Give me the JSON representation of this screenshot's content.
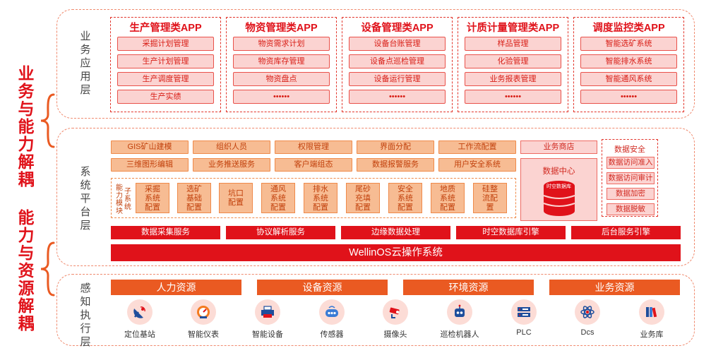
{
  "left_labels": {
    "top": [
      "业",
      "务",
      "与",
      "能",
      "力",
      "解",
      "耦"
    ],
    "bottom": [
      "能",
      "力",
      "与",
      "资",
      "源",
      "解",
      "耦"
    ]
  },
  "layers": {
    "app": [
      "业",
      "务",
      "应",
      "用",
      "层"
    ],
    "platform": [
      "系",
      "统",
      "平",
      "台",
      "层"
    ],
    "perception": [
      "感",
      "知",
      "执",
      "行",
      "层"
    ]
  },
  "apps": [
    {
      "title": "生产管理类APP",
      "items": [
        "采掘计划管理",
        "生产计划管理",
        "生产调度管理",
        "生产实绩"
      ]
    },
    {
      "title": "物资管理类APP",
      "items": [
        "物资需求计划",
        "物资库存管理",
        "物资盘点",
        "••••••"
      ]
    },
    {
      "title": "设备管理类APP",
      "items": [
        "设备台账管理",
        "设备点巡检管理",
        "设备运行管理",
        "••••••"
      ]
    },
    {
      "title": "计质计量管理类APP",
      "items": [
        "样品管理",
        "化验管理",
        "业务报表管理",
        "••••••"
      ]
    },
    {
      "title": "调度监控类APP",
      "items": [
        "智能选矿系统",
        "智能排水系统",
        "智能通风系统",
        "••••••"
      ]
    }
  ],
  "platform": {
    "row1": [
      "GIS矿山建模",
      "组织人员",
      "权限管理",
      "界面分配",
      "工作流配置"
    ],
    "row2": [
      "三维图形编辑",
      "业务推送服务",
      "客户端组态",
      "数据报警服务",
      "用户安全系统"
    ],
    "store": "业务商店",
    "data_center": "数据中心",
    "spatial_db": "时空数据库",
    "sub_label_a": [
      "能",
      "力",
      "模",
      "块"
    ],
    "sub_label_b": [
      "子",
      "系",
      "统"
    ],
    "subsystems": [
      [
        "采掘",
        "系统",
        "配置"
      ],
      [
        "选矿",
        "基础",
        "配置"
      ],
      [
        "坑口",
        "配置"
      ],
      [
        "通风",
        "系统",
        "配置"
      ],
      [
        "排水",
        "系统",
        "配置"
      ],
      [
        "尾砂",
        "充填",
        "配置"
      ],
      [
        "安全",
        "系统",
        "配置"
      ],
      [
        "地质",
        "系统",
        "配置"
      ],
      [
        "硅整",
        "流配",
        "置"
      ]
    ],
    "security_title": "数据安全",
    "security_items": [
      "数据访问准入",
      "数据访问审计",
      "数据加密",
      "数据脱敏"
    ],
    "services": [
      "数据采集服务",
      "协议解析服务",
      "边缘数据处理",
      "时空数据库引擎",
      "后台服务引擎"
    ],
    "os": "WellinOS云操作系统"
  },
  "resources": [
    "人力资源",
    "设备资源",
    "环境资源",
    "业务资源"
  ],
  "devices": [
    {
      "label": "定位基站",
      "icon": "satellite-dish-icon"
    },
    {
      "label": "智能仪表",
      "icon": "gauge-icon"
    },
    {
      "label": "智能设备",
      "icon": "printer-device-icon"
    },
    {
      "label": "传感器",
      "icon": "sensor-icon"
    },
    {
      "label": "摄像头",
      "icon": "camera-icon"
    },
    {
      "label": "巡检机器人",
      "icon": "robot-icon"
    },
    {
      "label": "PLC",
      "icon": "plc-icon"
    },
    {
      "label": "Dcs",
      "icon": "atom-icon"
    },
    {
      "label": "业务库",
      "icon": "books-icon"
    }
  ],
  "colors": {
    "primary_red": "#e0121a",
    "orange": "#ea5a22",
    "light_orange": "#f7bc93",
    "light_pink": "#fbd3d1",
    "icon_bg": "#fcdcd6"
  }
}
